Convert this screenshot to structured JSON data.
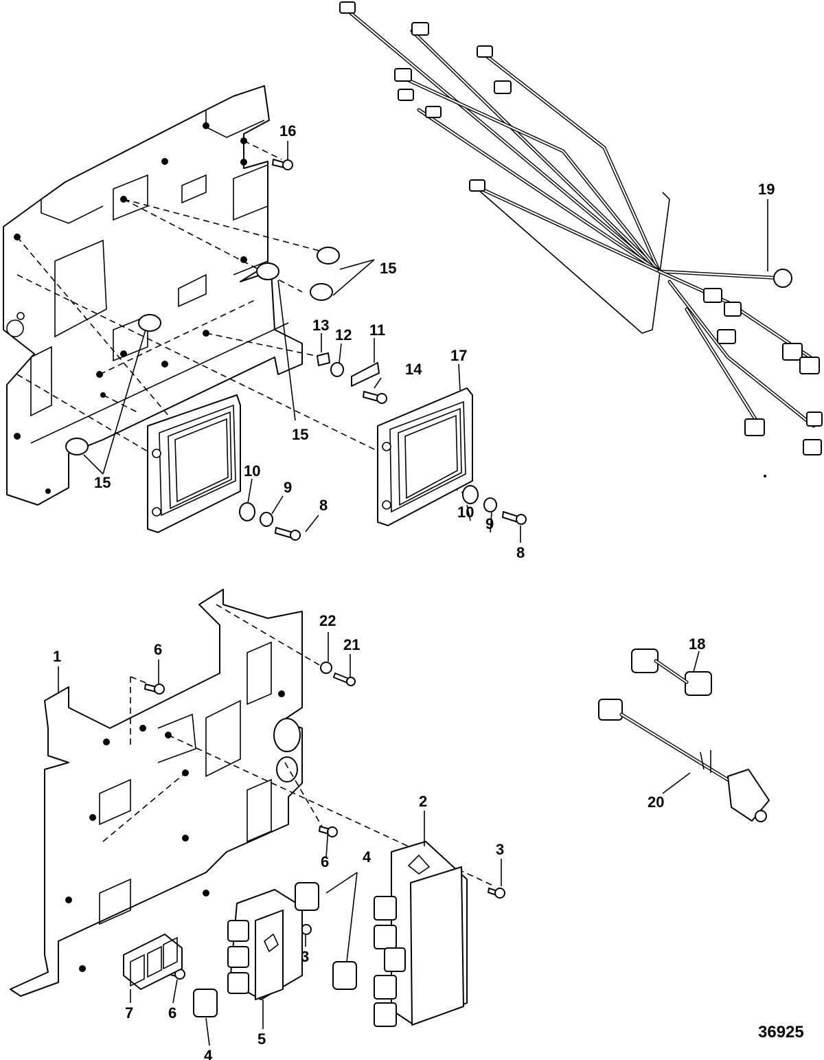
{
  "diagram": {
    "figure_number": "36925",
    "callouts": {
      "c1": "1",
      "c2": "2",
      "c3a": "3",
      "c3b": "3",
      "c4a": "4",
      "c4b": "4",
      "c5": "5",
      "c6a": "6",
      "c6b": "6",
      "c6c": "6",
      "c7": "7",
      "c8a": "8",
      "c8b": "8",
      "c9a": "9",
      "c9b": "9",
      "c10a": "10",
      "c10b": "10",
      "c11": "11",
      "c12": "12",
      "c13": "13",
      "c14": "14",
      "c15a": "15",
      "c15b": "15",
      "c15c": "15",
      "c16": "16",
      "c17": "17",
      "c18": "18",
      "c19": "19",
      "c20": "20",
      "c21": "21",
      "c22": "22"
    }
  }
}
